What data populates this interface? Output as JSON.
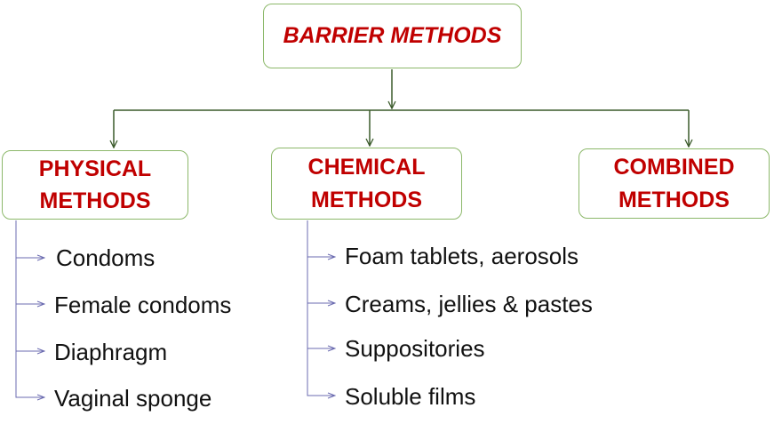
{
  "root": {
    "label": "BARRIER METHODS"
  },
  "categories": [
    {
      "id": "physical",
      "lines": [
        "PHYSICAL",
        "METHODS"
      ],
      "items": [
        "Condoms",
        "Female condoms",
        "Diaphragm",
        "Vaginal sponge"
      ]
    },
    {
      "id": "chemical",
      "lines": [
        "CHEMICAL",
        "METHODS"
      ],
      "items": [
        "Foam tablets, aerosols",
        "Creams, jellies & pastes",
        "Suppositories",
        "Soluble films"
      ]
    },
    {
      "id": "combined",
      "lines": [
        "COMBINED",
        "METHODS"
      ],
      "items": []
    }
  ],
  "colors": {
    "box_border": "#8cb86a",
    "box_text": "#c00000",
    "tree_line": "#3a5a2a",
    "list_arrow": "#6b6bb0"
  }
}
